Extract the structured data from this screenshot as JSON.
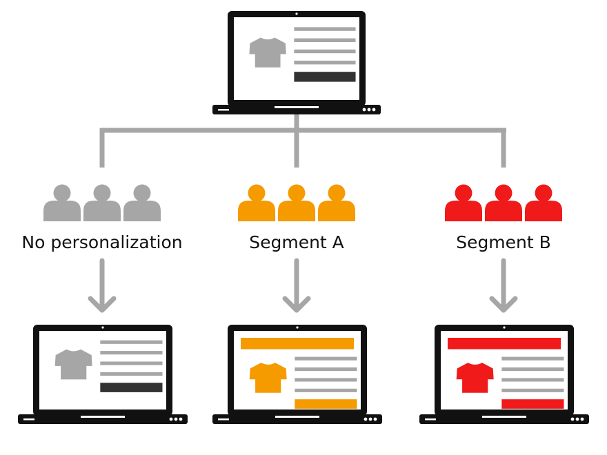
{
  "colors": {
    "frame": "#111111",
    "screen": "#ffffff",
    "connector": "#a6a6a6",
    "neutral": "#a6a6a6",
    "neutral_button": "#333333",
    "segment_a": "#f59b00",
    "segment_b": "#f01a1a"
  },
  "icons": {
    "laptop": "laptop-icon",
    "shirt": "tshirt-icon",
    "user": "user-icon",
    "arrow": "arrow-down-icon"
  },
  "segments": [
    {
      "label": "No personalization"
    },
    {
      "label": "Segment A"
    },
    {
      "label": "Segment B"
    }
  ]
}
